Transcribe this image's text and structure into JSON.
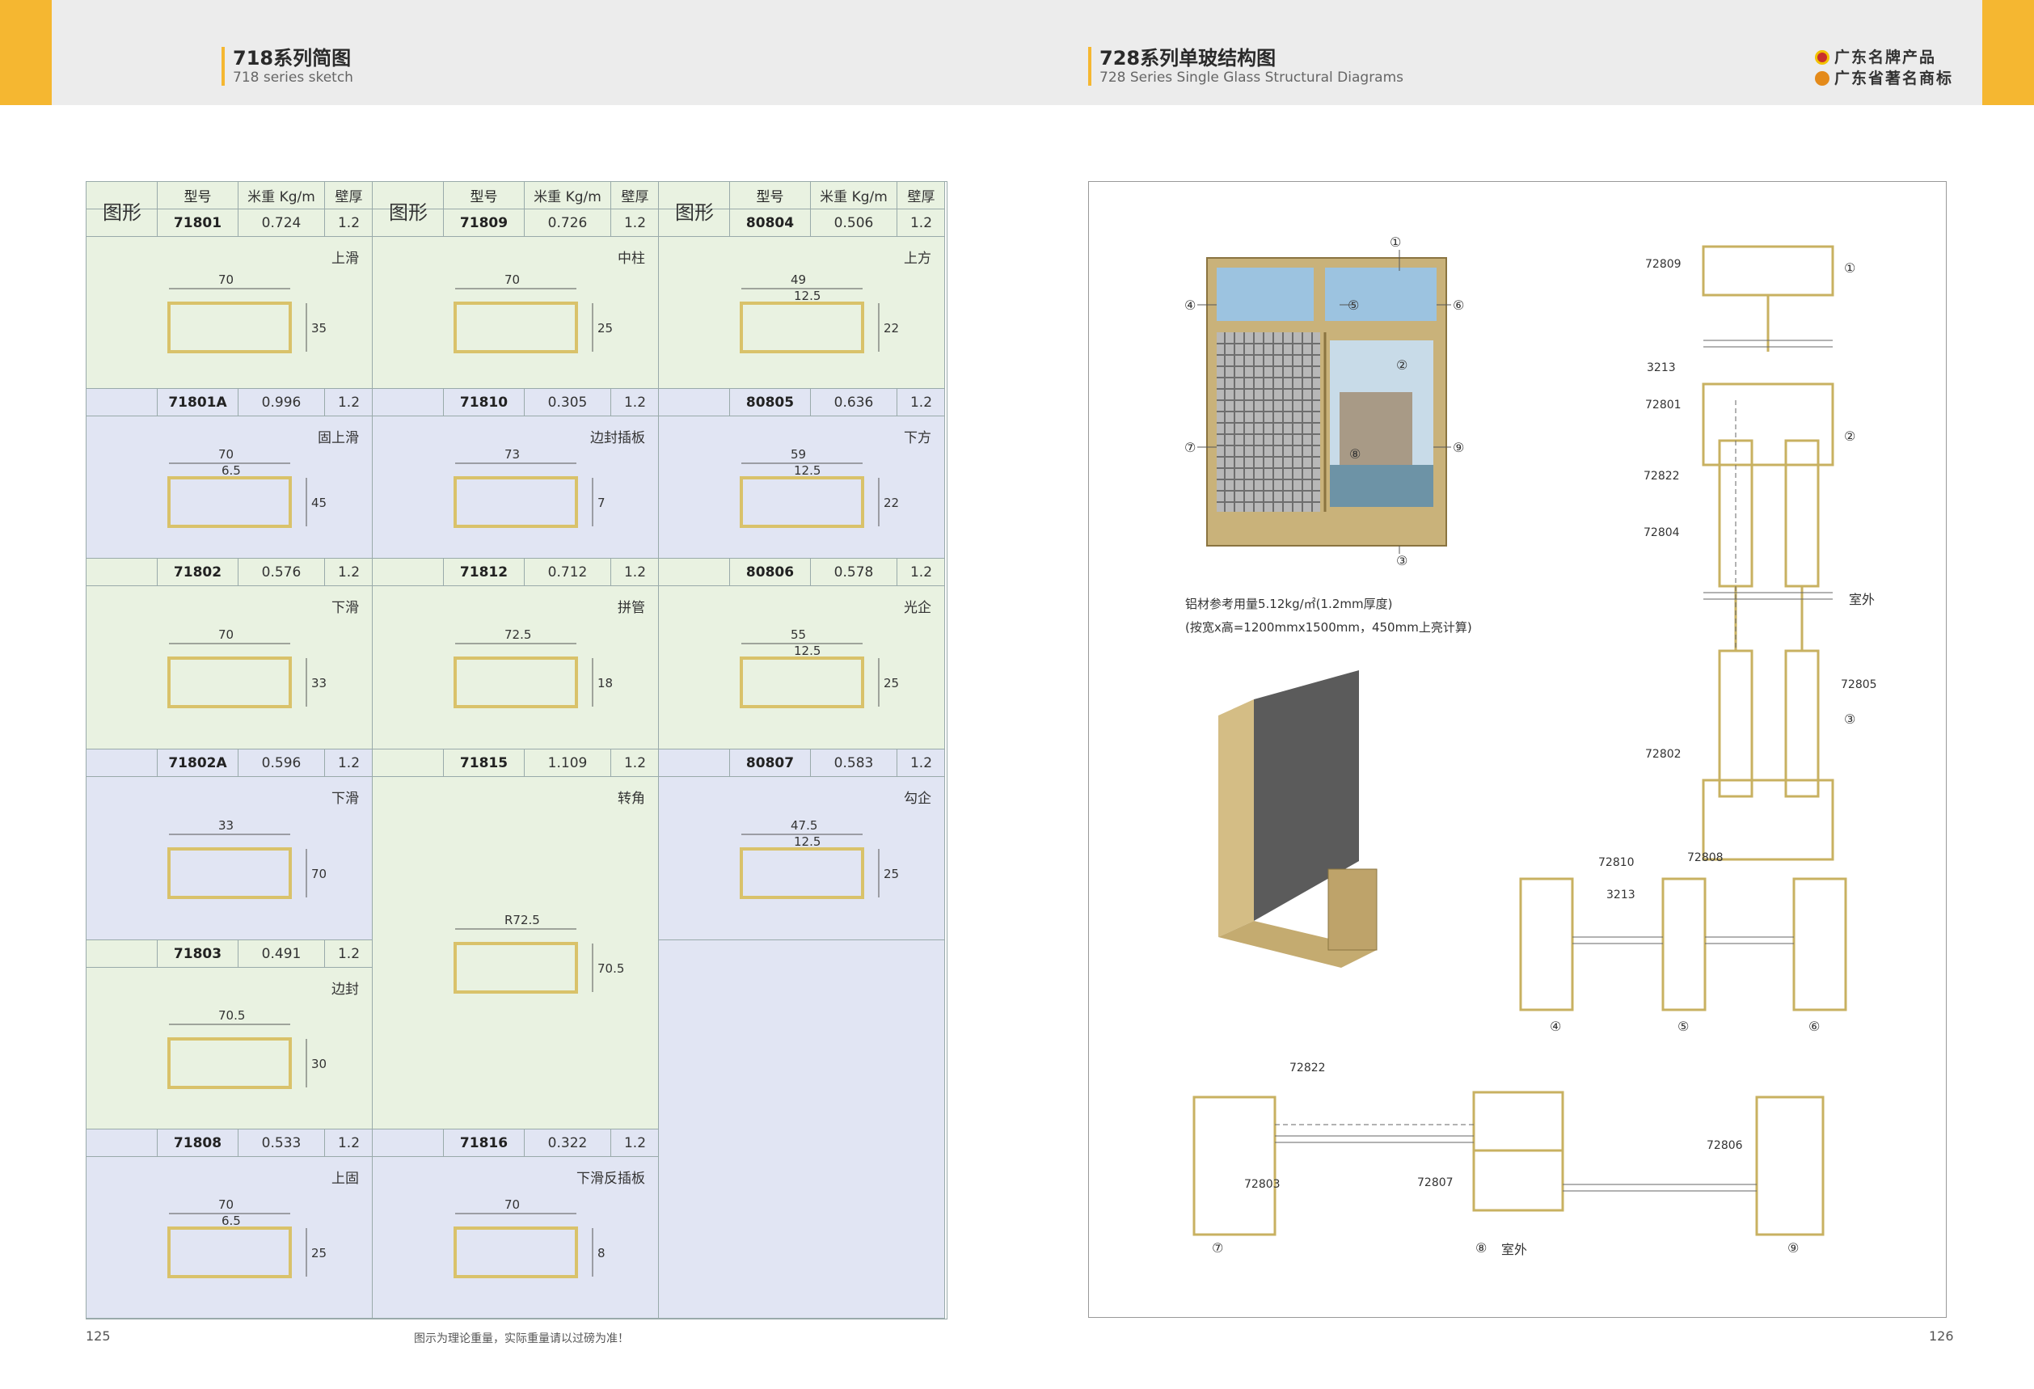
{
  "left_header": {
    "title_zh": "718系列简图",
    "title_en": "718 series sketch"
  },
  "right_header": {
    "title_zh": "728系列单玻结构图",
    "title_en": "728 Series Single Glass Structural Diagrams"
  },
  "brand": {
    "line1": "广东名牌产品",
    "line2": "广东省著名商标"
  },
  "table": {
    "col_headers": {
      "shape": "图形",
      "model": "型号",
      "weight": "米重 Kg/m",
      "thickness": "壁厚"
    },
    "columns": [
      [
        {
          "model": "71801",
          "weight": "0.724",
          "thickness": "1.2",
          "name": "上滑",
          "dims": [
            "70",
            "35"
          ]
        },
        {
          "model": "71801A",
          "weight": "0.996",
          "thickness": "1.2",
          "name": "固上滑",
          "dims": [
            "70",
            "6.5",
            "45"
          ]
        },
        {
          "model": "71802",
          "weight": "0.576",
          "thickness": "1.2",
          "name": "下滑",
          "dims": [
            "70",
            "33"
          ]
        },
        {
          "model": "71802A",
          "weight": "0.596",
          "thickness": "1.2",
          "name": "下滑",
          "dims": [
            "33",
            "70"
          ]
        },
        {
          "model": "71803",
          "weight": "0.491",
          "thickness": "1.2",
          "name": "边封",
          "dims": [
            "70.5",
            "30"
          ]
        },
        {
          "model": "71808",
          "weight": "0.533",
          "thickness": "1.2",
          "name": "上固",
          "dims": [
            "70",
            "6.5",
            "25"
          ]
        }
      ],
      [
        {
          "model": "71809",
          "weight": "0.726",
          "thickness": "1.2",
          "name": "中柱",
          "dims": [
            "70",
            "25"
          ]
        },
        {
          "model": "71810",
          "weight": "0.305",
          "thickness": "1.2",
          "name": "边封插板",
          "dims": [
            "73",
            "7"
          ]
        },
        {
          "model": "71812",
          "weight": "0.712",
          "thickness": "1.2",
          "name": "拼管",
          "dims": [
            "72.5",
            "18"
          ]
        },
        {
          "model": "71815",
          "weight": "1.109",
          "thickness": "1.2",
          "name": "转角",
          "dims": [
            "R72.5",
            "70.5"
          ]
        },
        {
          "model": "71816",
          "weight": "0.322",
          "thickness": "1.2",
          "name": "下滑反插板",
          "dims": [
            "70",
            "8"
          ]
        }
      ],
      [
        {
          "model": "80804",
          "weight": "0.506",
          "thickness": "1.2",
          "name": "上方",
          "dims": [
            "49",
            "12.5",
            "22"
          ]
        },
        {
          "model": "80805",
          "weight": "0.636",
          "thickness": "1.2",
          "name": "下方",
          "dims": [
            "59",
            "12.5",
            "22"
          ]
        },
        {
          "model": "80806",
          "weight": "0.578",
          "thickness": "1.2",
          "name": "光企",
          "dims": [
            "55",
            "12.5",
            "25"
          ]
        },
        {
          "model": "80807",
          "weight": "0.583",
          "thickness": "1.2",
          "name": "勾企",
          "dims": [
            "47.5",
            "12.5",
            "25"
          ]
        }
      ]
    ]
  },
  "diagram": {
    "circled": [
      "①",
      "②",
      "③",
      "④",
      "⑤",
      "⑥",
      "⑦",
      "⑧",
      "⑨"
    ],
    "labels": {
      "p72809": "72809",
      "p3213": "3213",
      "p72801": "72801",
      "p72822": "72822",
      "p72804": "72804",
      "outside": "室外",
      "p72805": "72805",
      "p72802": "72802",
      "p72810": "72810",
      "p72808": "72808",
      "p3213b": "3213",
      "p72822b": "72822",
      "p72803": "72803",
      "p72807": "72807",
      "p72806": "72806",
      "outside2": "室外"
    },
    "note_line1": "铝材参考用量5.12kg/㎡(1.2mm厚度)",
    "note_line2": "(按宽x高=1200mmx1500mm，450mm上亮计算)"
  },
  "footer": {
    "left_page": "125",
    "right_page": "126",
    "note": "图示为理论重量，实际重量请以过磅为准！"
  },
  "colors": {
    "accent": "#f5b731",
    "profile": "#d9c26a",
    "green_cell": "#e9f2e1",
    "blue_cell": "#e1e5f3"
  }
}
